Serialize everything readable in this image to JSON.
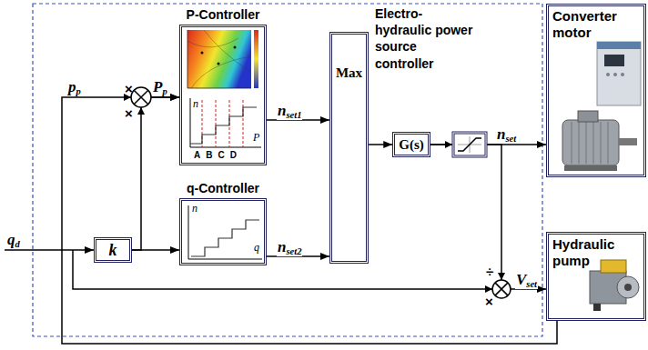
{
  "diagram": {
    "nodes": [
      {
        "text": [
          "P-Controller"
        ]
      },
      {
        "text": [
          "q-Controller"
        ]
      },
      {
        "text": [
          "k"
        ]
      },
      {
        "text": [
          "Max"
        ]
      },
      {
        "text": [
          "G(s)"
        ]
      },
      {
        "text": [
          "Converter motor"
        ]
      },
      {
        "text": [
          "Hydraulic pump"
        ]
      }
    ],
    "edges": [
      {
        "from": 6,
        "to": 0,
        "arrow": "to",
        "label": "pp"
      },
      {
        "from": 2,
        "to": 0,
        "arrow": "to"
      },
      {
        "from": 2,
        "to": 1,
        "arrow": "to"
      },
      {
        "from": 0,
        "to": 3,
        "arrow": "to",
        "label": "nset1"
      },
      {
        "from": 1,
        "to": 3,
        "arrow": "to",
        "label": "nset2"
      },
      {
        "from": 3,
        "to": 4,
        "arrow": "to"
      },
      {
        "from": 4,
        "to": 5,
        "arrow": "to",
        "label": "nset"
      },
      {
        "from": 4,
        "to": 6,
        "arrow": "to",
        "label": "Vset"
      }
    ],
    "labels": [
      "Pp",
      "qd",
      "×",
      "×",
      "×",
      "÷",
      "n",
      "P",
      "ABCD",
      "n",
      "q",
      "Electro- hydraulic power source controller"
    ]
  }
}
